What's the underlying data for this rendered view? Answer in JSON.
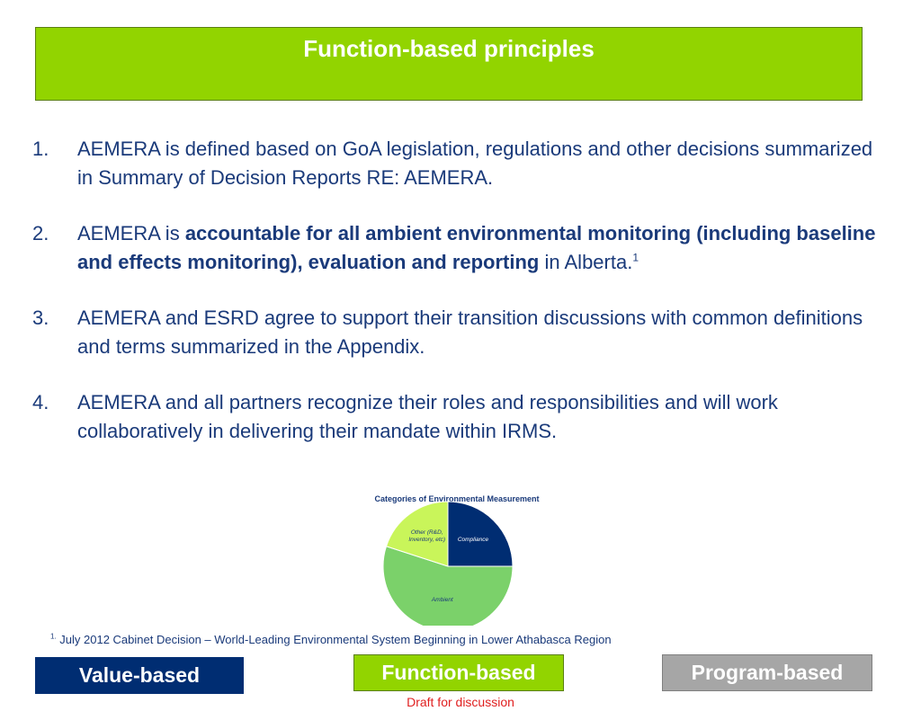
{
  "slide": {
    "title": "Function-based principles",
    "items": [
      {
        "number": "1.",
        "text": "AEMERA is defined based on GoA legislation, regulations and other decisions summarized in Summary of Decision Reports RE: AEMERA."
      },
      {
        "number": "2.",
        "text_before": "AEMERA is ",
        "text_bold": "accountable for all ambient environmental monitoring (including baseline and effects monitoring), evaluation and reporting",
        "text_after": " in Alberta.",
        "footnote_ref": "1"
      },
      {
        "number": "3.",
        "text": "AEMERA and ESRD agree to support their transition discussions with common definitions and terms summarized in the Appendix."
      },
      {
        "number": "4.",
        "text": "AEMERA and all partners recognize their roles and responsibilities and will work collaboratively in delivering their mandate within IRMS."
      }
    ],
    "footnote_marker": "1.",
    "footnote_text": " July 2012 Cabinet Decision – World-Leading Environmental System Beginning in Lower Athabasca Region",
    "buttons": {
      "value": "Value-based",
      "function": "Function-based",
      "program": "Program-based"
    },
    "draft_label": "Draft for discussion"
  },
  "chart_data": {
    "type": "pie",
    "title": "Categories of Environmental Measurement",
    "slices": [
      {
        "label": "Compliance",
        "value": 25,
        "color": "#002d72",
        "label_color": "#ffffff"
      },
      {
        "label": "Ambient",
        "value": 55,
        "color": "#7bd16a",
        "label_color": "#1a3a7a"
      },
      {
        "label_lines": [
          "Other (R&D,",
          "Inventory, etc)"
        ],
        "value": 20,
        "color": "#c9f55a",
        "label_color": "#1a3a7a"
      }
    ]
  }
}
